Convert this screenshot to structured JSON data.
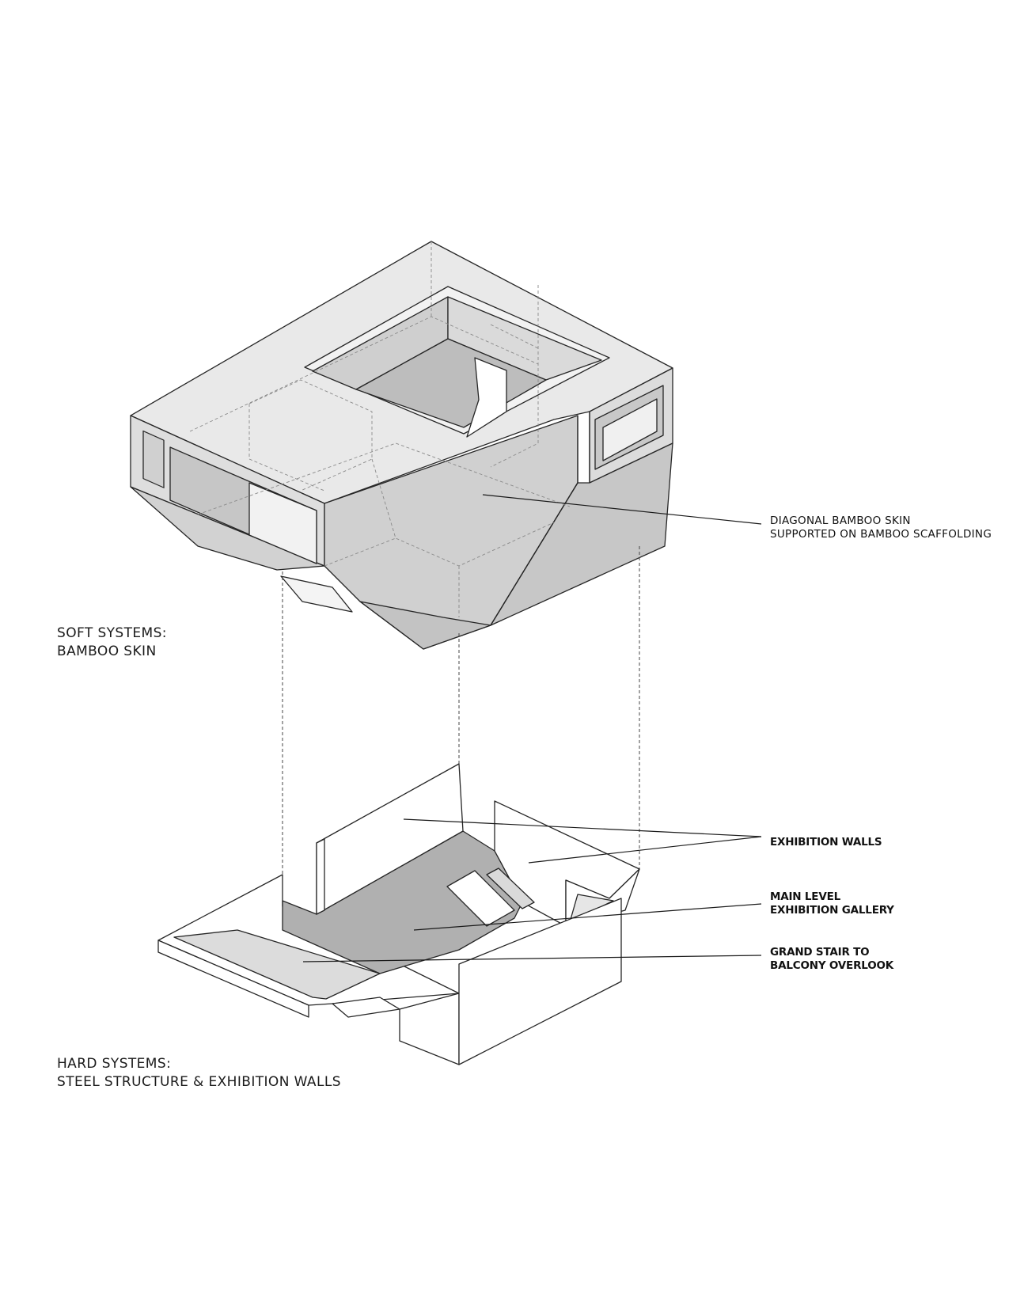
{
  "captions": {
    "soft": {
      "line1": "SOFT SYSTEMS:",
      "line2": "BAMBOO SKIN"
    },
    "hard": {
      "line1": "HARD SYSTEMS:",
      "line2": "STEEL STRUCTURE & EXHIBITION WALLS"
    }
  },
  "labels": {
    "skin": {
      "line1": "DIAGONAL BAMBOO SKIN",
      "line2": "SUPPORTED ON BAMBOO SCAFFOLDING"
    },
    "walls": {
      "line1": "EXHIBITION WALLS"
    },
    "gallery": {
      "line1": "MAIN LEVEL",
      "line2": "EXHIBITION GALLERY"
    },
    "stair": {
      "line1": "GRAND STAIR TO",
      "line2": "BALCONY  OVERLOOK"
    }
  },
  "colors": {
    "line": "#262626",
    "hidden_line": "#8a8a8a",
    "skin_top": "#e9e9e9",
    "skin_side": "#d6d6d6",
    "skin_shadow": "#c9c9c9",
    "gallery_floor": "#b0b0b0"
  }
}
